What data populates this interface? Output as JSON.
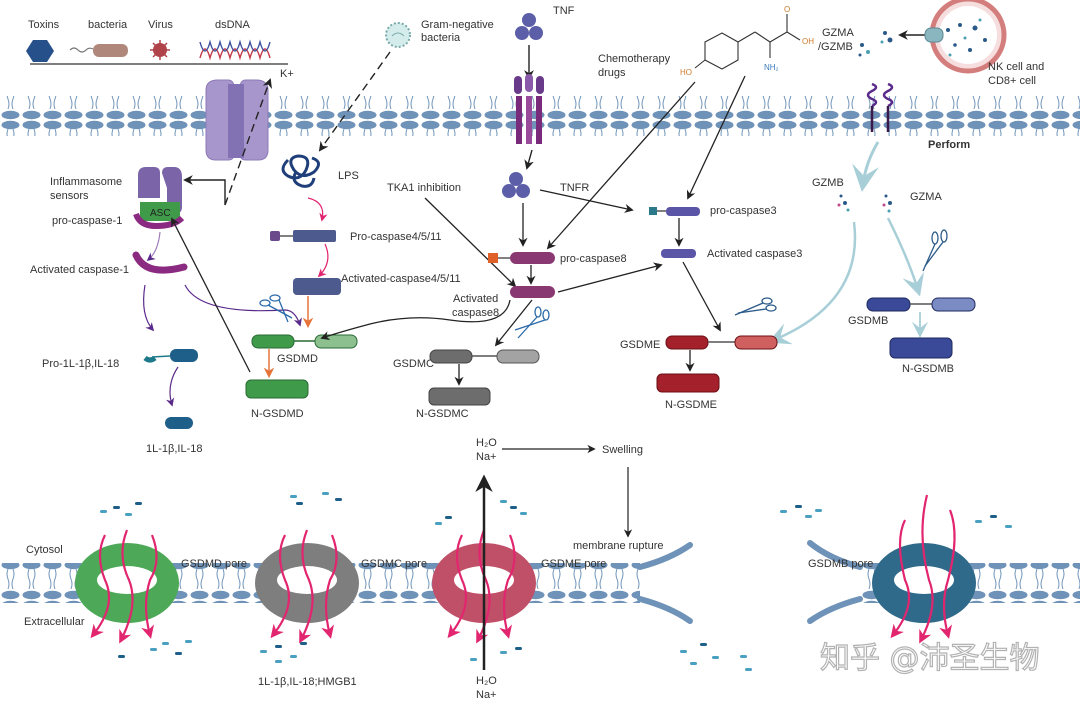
{
  "colors": {
    "membrane": "#6f93b8",
    "gsdmd": "#3f9a4a",
    "gsdmd_light": "#8cc18f",
    "gsdmc": "#6d6d6d",
    "gsdmc_light": "#a3a3a3",
    "gsdme": "#a4212b",
    "gsdme_light": "#d06060",
    "gsdmb": "#3b4a98",
    "gsdmb_light": "#7b8cc4",
    "caspase_purple": "#8a3872",
    "caspase3": "#5b55a8",
    "caspase45": "#4d5a8d",
    "granzyme_arrow": "#a8cfd8",
    "pink_arrow": "#e2256f",
    "orange_arrow": "#e6743a",
    "pore_green": "#4da858",
    "pore_gray": "#7e7e7e",
    "pore_red": "#c05068",
    "pore_teal": "#2f6a8a"
  },
  "legend": {
    "items": [
      {
        "label": "Toxins",
        "icon": "hexagon-toxin"
      },
      {
        "label": "bacteria",
        "icon": "rod-bacterium"
      },
      {
        "label": "Virus",
        "icon": "spiked-virus"
      },
      {
        "label": "dsDNA",
        "icon": "double-helix"
      }
    ]
  },
  "top": {
    "k_plus": "K+",
    "gram_neg_line1": "Gram-negative",
    "gram_neg_line2": "bacteria",
    "tnf": "TNF",
    "chemo_line1": "Chemotherapy",
    "chemo_line2": "drugs",
    "chem_o": "O",
    "chem_oh": "OH",
    "chem_ho": "HO",
    "chem_nh": "NH₂",
    "gzma_line1": "GZMA",
    "gzma_line2": "/GZMB",
    "nk_line1": "NK cell and",
    "nk_line2": "CD8+ cell",
    "perform": "Perform"
  },
  "pathways": {
    "inflammasome_line1": "Inflammasome",
    "inflammasome_line2": "sensors",
    "asc": "ASC",
    "pro_caspase1": "pro-caspase-1",
    "activated_caspase1": "Activated caspase-1",
    "pro_il": "Pro-1L-1β,IL-18",
    "il": "1L-1β,IL-18",
    "lps": "LPS",
    "pro_caspase4511": "Pro-caspase4/5/11",
    "activated_caspase4511": "Activated-caspase4/5/11",
    "gsdmd": "GSDMD",
    "n_gsdmd": "N-GSDMD",
    "tka1": "TKA1 inhibition",
    "tnfr": "TNFR",
    "pro_caspase8": "pro-caspase8",
    "activated_caspase8_line1": "Activated",
    "activated_caspase8_line2": "caspase8",
    "gsdmc": "GSDMC",
    "n_gsdmc": "N-GSDMC",
    "pro_caspase3": "pro-caspase3",
    "activated_caspase3": "Activated caspase3",
    "gsdme": "GSDME",
    "n_gsdme": "N-GSDME",
    "gzmb": "GZMB",
    "gzma": "GZMA",
    "gsdmb": "GSDMB",
    "n_gsdmb": "N-GSDMB"
  },
  "bottom": {
    "h2o_top": "H₂O",
    "na_top": "Na+",
    "swelling": "Swelling",
    "membrane_rupture": "membrane rupture",
    "cytosol": "Cytosol",
    "extracellular": "Extracellular",
    "gsdmd_pore": "GSDMD pore",
    "gsdmc_pore": "GSDMC pore",
    "gsdme_pore": "GSDME pore",
    "gsdmb_pore": "GSDMB pore",
    "cytokines": "1L-1β,IL-18;HMGB1",
    "h2o_bottom": "H₂O",
    "na_bottom": "Na+"
  },
  "watermark": "知乎 @沛圣生物"
}
